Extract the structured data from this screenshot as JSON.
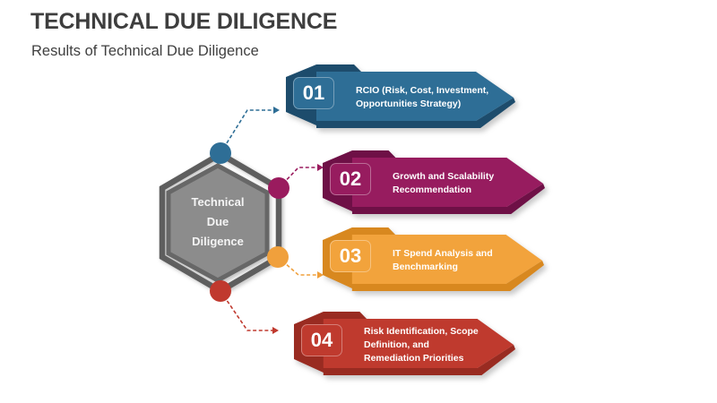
{
  "slide": {
    "title": "TECHNICAL DUE DILIGENCE",
    "subtitle": "Results of Technical Due Diligence",
    "center_hexagon": {
      "label": "Technical\nDue\nDiligence",
      "fill": "#8C8C8C",
      "border": "#676767",
      "outline_color": "#5E5E5E"
    },
    "items": [
      {
        "number": "01",
        "label": "RCIO (Risk, Cost, Investment,\nOpportunities Strategy)",
        "body": "#2E6E96",
        "dark": "#1D4C6C",
        "accent": "#2E6E96"
      },
      {
        "number": "02",
        "label": "Growth and Scalability\nRecommendation",
        "body": "#971C5F",
        "dark": "#6E1046",
        "accent": "#9A1B5E"
      },
      {
        "number": "03",
        "label": "IT Spend Analysis and\nBenchmarking",
        "body": "#F2A33C",
        "dark": "#D8881F",
        "accent": "#F0A03C"
      },
      {
        "number": "04",
        "label": "Risk Identification, Scope\nDefinition, and\nRemediation Priorities",
        "body": "#BF3A2E",
        "dark": "#992B21",
        "accent": "#C0392E"
      }
    ]
  }
}
